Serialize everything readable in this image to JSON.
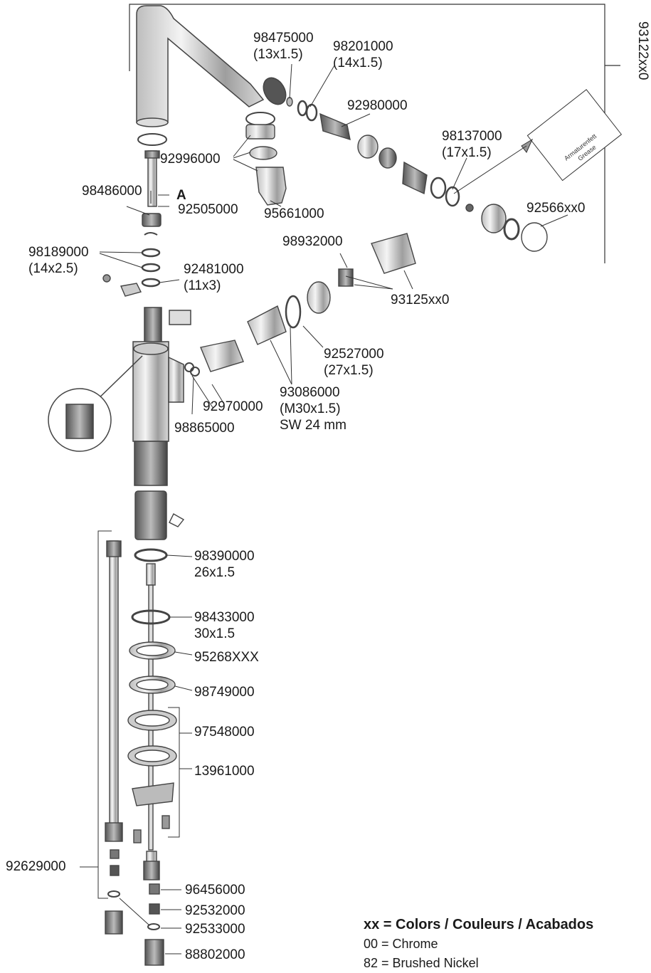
{
  "set_number": "93122xx0",
  "marker_a": "A",
  "grease_card": {
    "line1": "Armaturenfett",
    "line2": "Grease"
  },
  "parts": [
    {
      "lines": [
        "98475000",
        "(13x1.5)"
      ]
    },
    {
      "lines": [
        "98201000",
        "(14x1.5)"
      ]
    },
    {
      "lines": [
        "92980000"
      ]
    },
    {
      "lines": [
        "92996000"
      ]
    },
    {
      "lines": [
        "98137000",
        "(17x1.5)"
      ]
    },
    {
      "lines": [
        "98486000"
      ]
    },
    {
      "lines": [
        "92505000"
      ]
    },
    {
      "lines": [
        "95661000"
      ]
    },
    {
      "lines": [
        "92566xx0"
      ]
    },
    {
      "lines": [
        "98189000",
        "(14x2.5)"
      ]
    },
    {
      "lines": [
        "92481000",
        "(11x3)"
      ]
    },
    {
      "lines": [
        "98932000"
      ]
    },
    {
      "lines": [
        "93125xx0"
      ]
    },
    {
      "lines": [
        "92527000",
        "(27x1.5)"
      ]
    },
    {
      "lines": [
        "93086000",
        "(M30x1.5)",
        "SW 24 mm"
      ]
    },
    {
      "lines": [
        "92970000"
      ]
    },
    {
      "lines": [
        "98865000"
      ]
    },
    {
      "lines": [
        "98390000",
        "26x1.5"
      ]
    },
    {
      "lines": [
        "98433000",
        "30x1.5"
      ]
    },
    {
      "lines": [
        "95268XXX"
      ]
    },
    {
      "lines": [
        "98749000"
      ]
    },
    {
      "lines": [
        "97548000"
      ]
    },
    {
      "lines": [
        "13961000"
      ]
    },
    {
      "lines": [
        "92629000"
      ]
    },
    {
      "lines": [
        "96456000"
      ]
    },
    {
      "lines": [
        "92532000"
      ]
    },
    {
      "lines": [
        "92533000"
      ]
    },
    {
      "lines": [
        "88802000"
      ]
    }
  ],
  "legend": {
    "title": "xx = Colors / Couleurs / Acabados",
    "rows": [
      "00 = Chrome",
      "82 = Brushed Nickel"
    ]
  }
}
